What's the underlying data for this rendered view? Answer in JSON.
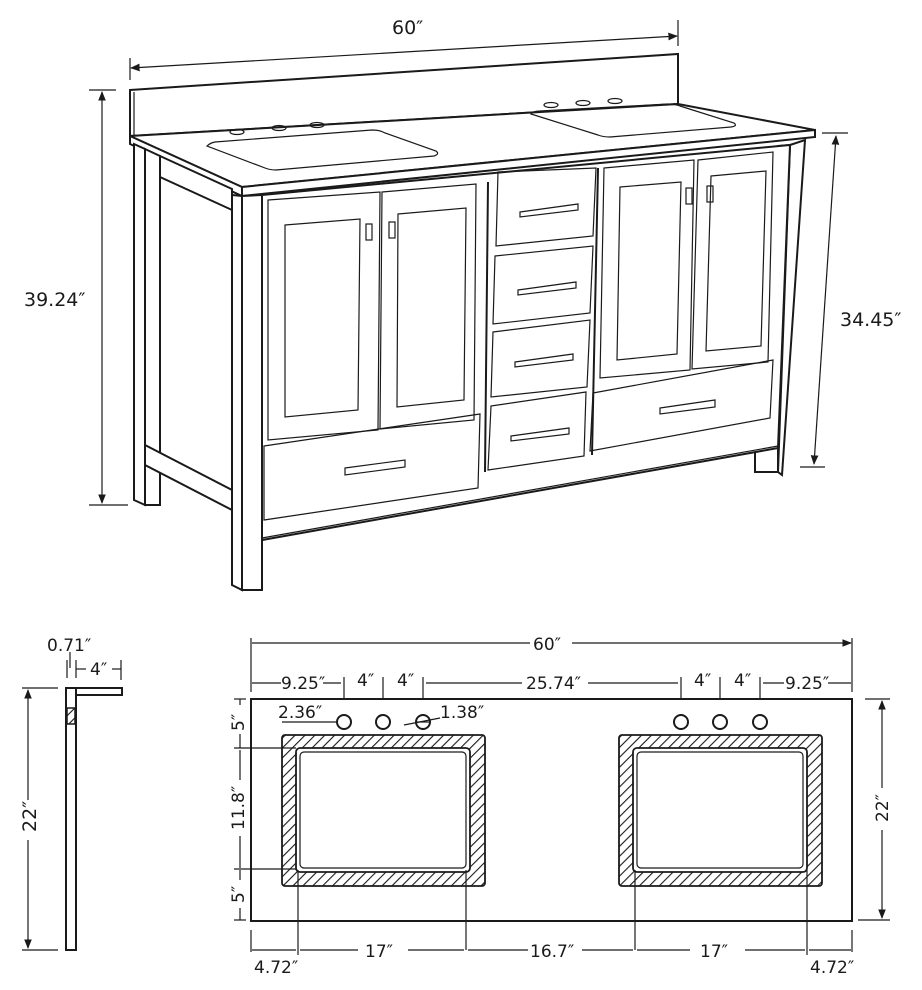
{
  "diagram": {
    "subject": "60-inch double-sink bathroom vanity",
    "colors": {
      "line": "#1a1a1a",
      "background": "#ffffff"
    },
    "perspective_view": {
      "width_label": "60″",
      "total_height_label": "39.24″",
      "cabinet_height_label": "34.45″",
      "doors": 4,
      "drawers_center": 4,
      "drawers_bottom": 2,
      "sinks": 2,
      "faucet_holes_per_sink": 3
    },
    "side_view": {
      "backsplash_thickness_label": "0.71″",
      "backsplash_height_label": "4″",
      "depth_label": "22″"
    },
    "top_view": {
      "overall_width_label": "60″",
      "depth_label": "22″",
      "hole_spacing": {
        "left_edge_to_hole": "9.25″",
        "hole_gap_1": "4″",
        "hole_gap_2": "4″",
        "between_hole_sets": "25.74″",
        "hole_gap_3": "4″",
        "hole_gap_4": "4″",
        "right_edge_to_hole": "9.25″"
      },
      "hole_offset_label": "2.36″",
      "hole_diameter_label": "1.38″",
      "vertical": {
        "top_margin": "5″",
        "sink_depth": "11.8″",
        "bottom_margin": "5″"
      },
      "horizontal": {
        "left_margin": "4.72″",
        "sink_1_width": "17″",
        "between_sinks": "16.7″",
        "sink_2_width": "17″",
        "right_margin": "4.72″"
      }
    }
  }
}
